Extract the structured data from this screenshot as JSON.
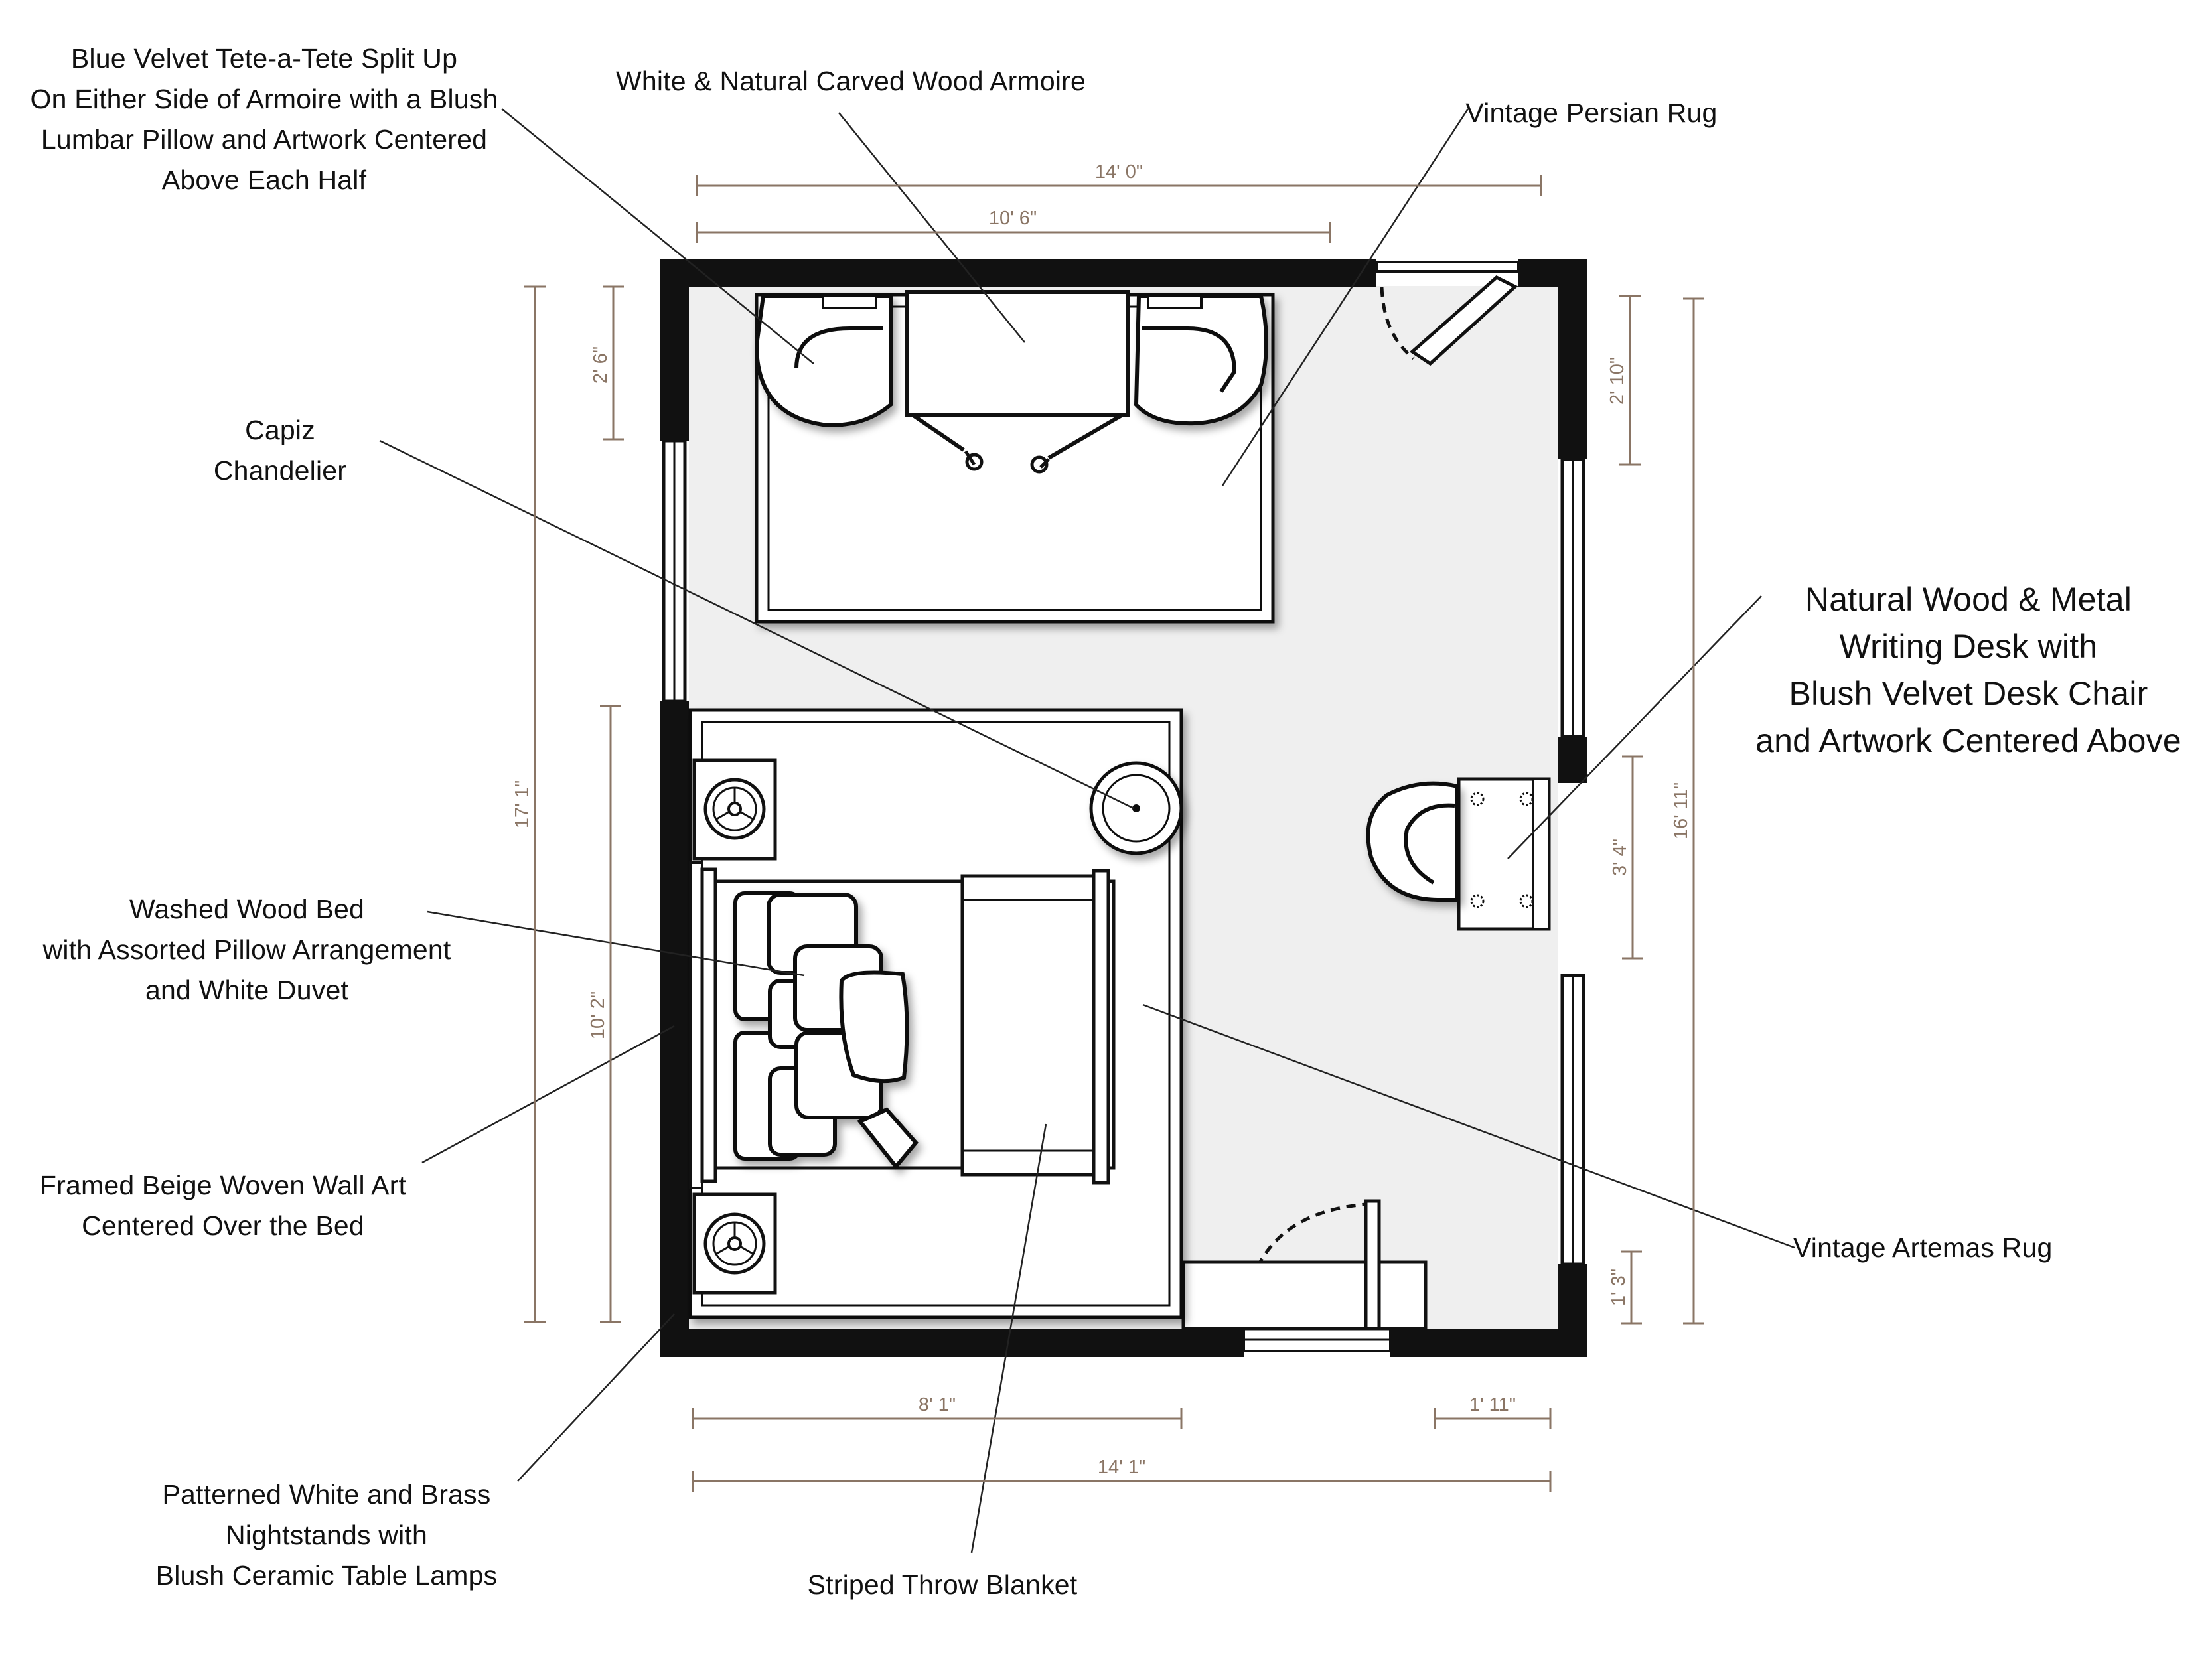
{
  "labels": {
    "tete_a_tete": [
      "Blue Velvet Tete-a-Tete Split Up",
      "On Either Side of Armoire with a Blush",
      "Lumbar Pillow and Artwork Centered",
      "Above Each Half"
    ],
    "armoire": [
      "White & Natural Carved Wood Armoire"
    ],
    "persian_rug": [
      "Vintage Persian Rug"
    ],
    "chandelier": [
      "Capiz",
      "Chandelier"
    ],
    "writing_desk": [
      "Natural Wood & Metal",
      "Writing Desk with",
      "Blush Velvet Desk Chair",
      "and Artwork Centered Above"
    ],
    "bed": [
      "Washed Wood Bed",
      "with Assorted Pillow Arrangement",
      "and White Duvet"
    ],
    "wall_art": [
      "Framed Beige Woven Wall Art",
      "Centered Over the Bed"
    ],
    "artemas_rug": [
      "Vintage Artemas Rug"
    ],
    "nightstands": [
      "Patterned White and Brass",
      "Nightstands with",
      "Blush Ceramic Table Lamps"
    ],
    "throw_blanket": [
      "Striped Throw Blanket"
    ]
  },
  "dimensions": {
    "top_overall": "14' 0\"",
    "top_partial": "10' 6\"",
    "left_overall": "17' 1\"",
    "left_upper": "2' 6\"",
    "left_lower": "10' 2\"",
    "right_overall": "16' 11\"",
    "right_upper": "2' 10\"",
    "right_middle": "3' 4\"",
    "right_lower": "1' 3\"",
    "bottom_overall": "14' 1\"",
    "bottom_left": "8' 1\"",
    "bottom_right": "1' 11\""
  },
  "colors": {
    "wall": "#111111",
    "floor": "#efefef",
    "dimension_line": "#8a7565",
    "leader_line": "#222222"
  }
}
